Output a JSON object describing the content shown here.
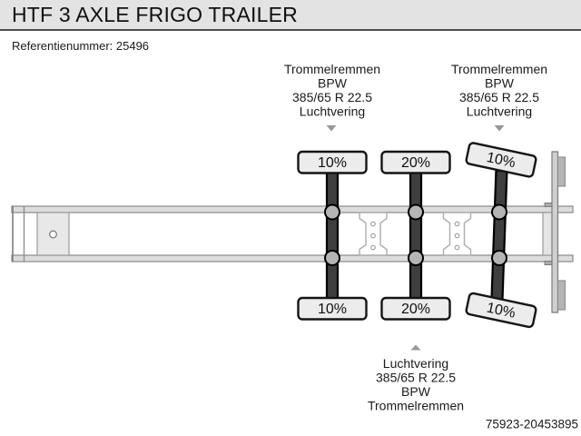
{
  "header": {
    "title": "HTF 3 AXLE FRIGO TRAILER",
    "reference": "Referentienummer: 25496"
  },
  "spec_top_left": {
    "lines": [
      "Trommelremmen",
      "BPW",
      "385/65 R 22.5",
      "Luchtvering"
    ]
  },
  "spec_top_right": {
    "lines": [
      "Trommelremmen",
      "BPW",
      "385/65 R 22.5",
      "Luchtvering"
    ]
  },
  "spec_bottom": {
    "lines": [
      "Luchtvering",
      "385/65 R 22.5",
      "BPW",
      "Trommelremmen"
    ]
  },
  "axle_loads": {
    "axle1_top": "10%",
    "axle2_top": "20%",
    "axle3_top": "10%",
    "axle1_bottom": "10%",
    "axle2_bottom": "20%",
    "axle3_bottom": "10%"
  },
  "watermark": "75923-20453895",
  "colors": {
    "header_bg": "#e3e3e3",
    "rail_fill": "#dcdcdc",
    "axle_bar": "#3f3f3f",
    "tire_fill": "#ececec",
    "suspension_circle": "#b5b5b5",
    "arrow": "#999999",
    "watermark_text": "#9e9e9e"
  }
}
